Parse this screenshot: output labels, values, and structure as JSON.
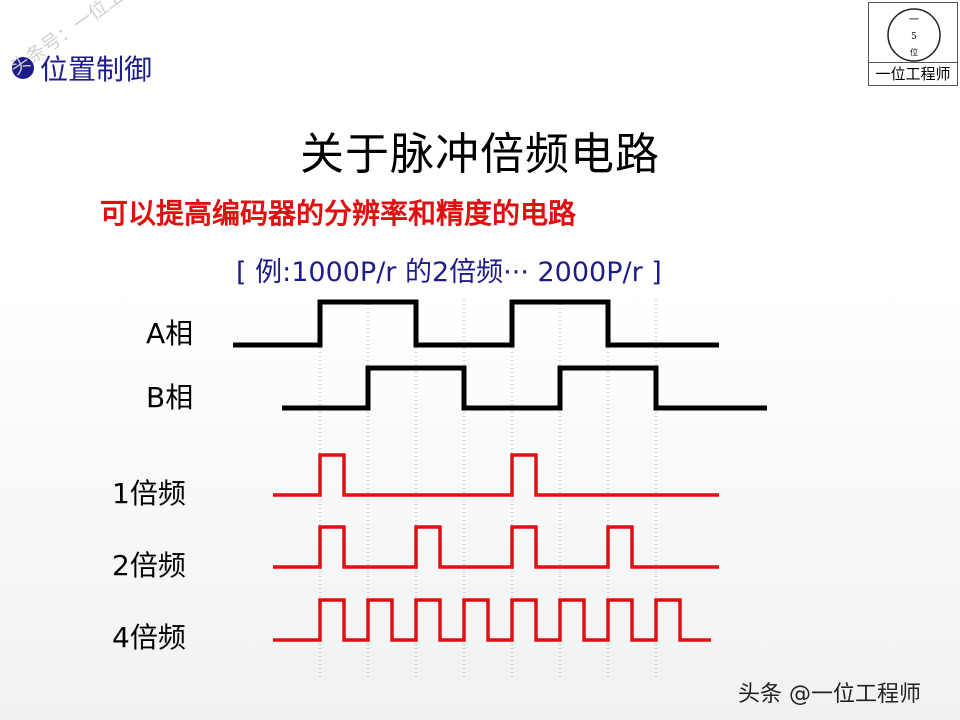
{
  "header": {
    "section_title": "位置制御"
  },
  "watermark": {
    "diagonal_text": "头条号：一位工程师",
    "footer_text": "头条 @一位工程师"
  },
  "logo": {
    "caption": "一位工程师",
    "glyph_top": "一",
    "glyph_mid": "5",
    "glyph_bottom": "位"
  },
  "title": "关于脉冲倍频电路",
  "subtitle": "可以提高编码器的分辨率和精度的电路",
  "example": "[ 例:1000P/r 的2倍频··· 2000P/r ]",
  "signals": {
    "a_phase": "A相",
    "b_phase": "B相",
    "x1": "1倍频",
    "x2": "2倍频",
    "x4": "4倍频"
  },
  "colors": {
    "encoder_signal": "#000000",
    "multiplied_signal": "#e01010",
    "heading": "#1c1c8a",
    "subtitle": "#e01010"
  }
}
